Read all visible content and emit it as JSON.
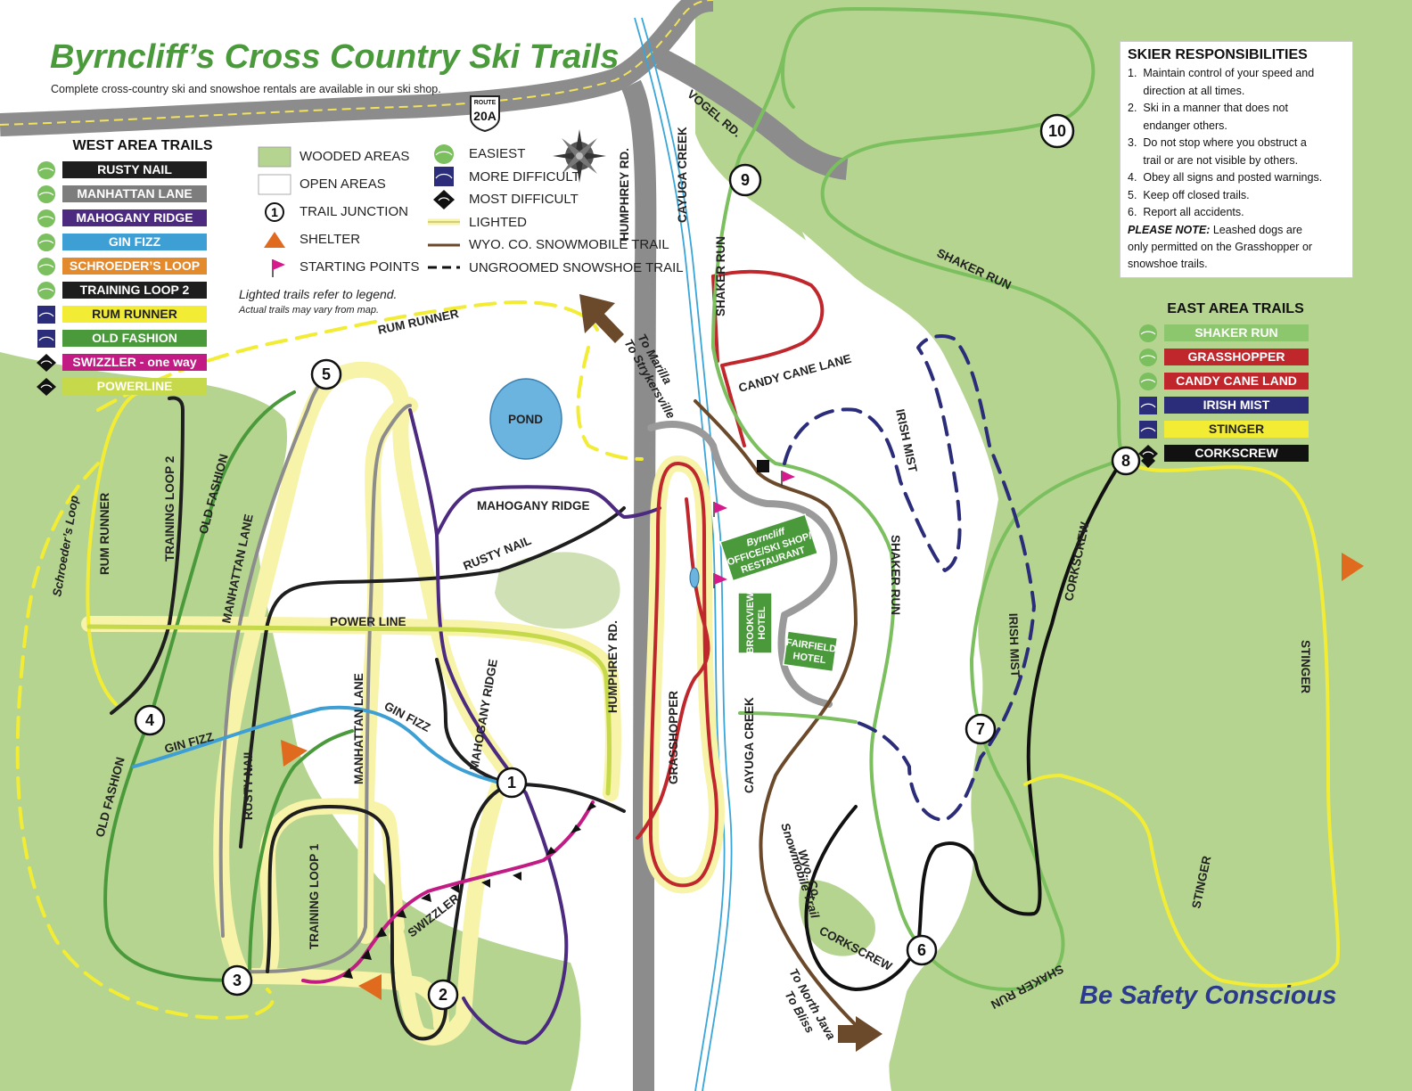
{
  "title": "Byrncliff’s Cross Country Ski Trails",
  "subtitle": "Complete cross-country ski and snowshoe rentals are available in our ski shop.",
  "route_shield": {
    "top": "ROUTE",
    "num": "20A"
  },
  "colors": {
    "woods": "#b5d490",
    "open": "#ffffff",
    "road": "#8c8c8c",
    "road_line": "#f2e35a",
    "creek": "#3aa5d8",
    "pond": "#6cb4e0",
    "lighted": "#f7f3a8",
    "snowmobile": "#6b4a2b",
    "shelter": "#e06a1e",
    "flag": "#d6198b",
    "easiest": "#7bbf5e",
    "more_difficult": "#2b2d7a",
    "title_green": "#4a9a3c",
    "safety_blue": "#2b3a8c"
  },
  "west_legend": {
    "heading": "WEST AREA TRAILS",
    "items": [
      {
        "label": "RUSTY NAIL",
        "color": "#1e1e1e",
        "text_color": "#ffffff",
        "icon": "easiest-circle-icon"
      },
      {
        "label": "MANHATTAN LANE",
        "color": "#7d7d7d",
        "text_color": "#ffffff",
        "icon": "easiest-circle-icon"
      },
      {
        "label": "MAHOGANY RIDGE",
        "color": "#4b2a80",
        "text_color": "#ffffff",
        "icon": "easiest-circle-icon"
      },
      {
        "label": "GIN FIZZ",
        "color": "#3e9fd4",
        "text_color": "#ffffff",
        "icon": "easiest-circle-icon"
      },
      {
        "label": "SCHROEDER’S LOOP",
        "color": "#e38a2c",
        "text_color": "#ffffff",
        "icon": "easiest-circle-icon"
      },
      {
        "label": "TRAINING LOOP 2",
        "color": "#1e1e1e",
        "text_color": "#ffffff",
        "icon": "easiest-circle-icon"
      },
      {
        "label": "RUM RUNNER",
        "color": "#f2ec35",
        "text_color": "#222222",
        "icon": "more-difficult-square-icon"
      },
      {
        "label": "OLD FASHION",
        "color": "#4a9a3c",
        "text_color": "#ffffff",
        "icon": "more-difficult-square-icon"
      },
      {
        "label": "SWIZZLER - one way",
        "color": "#c21b83",
        "text_color": "#ffffff",
        "icon": "most-difficult-diamond-icon"
      },
      {
        "label": "POWERLINE",
        "color": "#c6d94a",
        "text_color": "#ffffff",
        "icon": "most-difficult-diamond-icon"
      }
    ]
  },
  "map_legend": {
    "col1": [
      {
        "label": "WOODED AREAS",
        "icon": "wooded-area-swatch"
      },
      {
        "label": "OPEN AREAS",
        "icon": "open-area-swatch"
      },
      {
        "label": "TRAIL JUNCTION",
        "icon": "trail-junction-icon",
        "symbol": "1"
      },
      {
        "label": "SHELTER",
        "icon": "shelter-icon"
      },
      {
        "label": "STARTING POINTS",
        "icon": "starting-point-flag-icon"
      }
    ],
    "col2": [
      {
        "label": "EASIEST",
        "icon": "easiest-circle-icon"
      },
      {
        "label": "MORE DIFFICULT",
        "icon": "more-difficult-square-icon"
      },
      {
        "label": "MOST DIFFICULT",
        "icon": "most-difficult-diamond-icon"
      },
      {
        "label": "LIGHTED",
        "icon": "lighted-line-icon"
      },
      {
        "label": "WYO. CO. SNOWMOBILE TRAIL",
        "icon": "snowmobile-line-icon"
      },
      {
        "label": "UNGROOMED SNOWSHOE TRAIL",
        "icon": "snowshoe-dash-icon"
      }
    ],
    "note1": "Lighted trails refer to legend.",
    "note2": "Actual trails may vary from map."
  },
  "responsibilities": {
    "heading": "SKIER RESPONSIBILITIES",
    "lines": [
      "1.  Maintain control of your speed and",
      "     direction at all times.",
      "2.  Ski in a manner that does not",
      "     endanger others.",
      "3.  Do not stop where you obstruct a",
      "     trail or are not visible by others.",
      "4.  Obey all signs and posted warnings.",
      "5.  Keep off closed trails.",
      "6.  Report all accidents."
    ],
    "note_label": "PLEASE NOTE:",
    "note_text1": " Leashed dogs are",
    "note_text2": "only permitted on the Grasshopper or",
    "note_text3": "snowshoe trails."
  },
  "east_legend": {
    "heading": "EAST AREA TRAILS",
    "items": [
      {
        "label": "SHAKER RUN",
        "color": "#8cc76e",
        "text_color": "#ffffff",
        "icon": "easiest-circle-icon"
      },
      {
        "label": "GRASSHOPPER",
        "color": "#c0272d",
        "text_color": "#ffffff",
        "icon": "easiest-circle-icon"
      },
      {
        "label": "CANDY CANE LAND",
        "color": "#c0272d",
        "text_color": "#ffffff",
        "icon": "easiest-circle-icon"
      },
      {
        "label": "IRISH MIST",
        "color": "#2b2d7a",
        "text_color": "#ffffff",
        "icon": "more-difficult-square-icon"
      },
      {
        "label": "STINGER",
        "color": "#f2ec35",
        "text_color": "#222222",
        "icon": "more-difficult-square-icon"
      },
      {
        "label": "CORKSCREW",
        "color": "#111111",
        "text_color": "#ffffff",
        "icon": "most-difficult-diamond-icon"
      }
    ]
  },
  "junctions": [
    "1",
    "2",
    "3",
    "4",
    "5",
    "6",
    "7",
    "8",
    "9",
    "10"
  ],
  "map_labels": {
    "vogel": "VOGEL RD.",
    "humphrey_top": "HUMPHREY RD.",
    "humphrey_mid": "HUMPHREY RD.",
    "cayuga_top": "CAYUGA CREEK",
    "cayuga_mid": "CAYUGA CREEK",
    "marilla1": "To Marilla",
    "marilla2": "To Strykersville",
    "north_java1": "To North Java",
    "north_java2": "To Bliss",
    "snowmobile1": "Wyo. Co.",
    "snowmobile2": "Snowmobile Trail",
    "pond": "POND",
    "rum_runner_top": "RUM RUNNER",
    "rum_runner_side": "RUM RUNNER",
    "training2": "TRAINING LOOP 2",
    "old_fashion_top": "OLD FASHION",
    "old_fashion_bottom": "OLD FASHION",
    "schroeder": "Schroeder’s Loop",
    "manhattan_left": "MANHATTAN LANE",
    "manhattan_mid": "MANHATTAN LANE",
    "mahogany_top": "MAHOGANY RIDGE",
    "mahogany_mid": "MAHOGANY RIDGE",
    "rusty_top": "RUSTY NAIL",
    "rusty_left": "RUSTY NAIL",
    "power": "POWER LINE",
    "gin_left": "GIN FIZZ",
    "gin_right": "GIN FIZZ",
    "training1": "TRAINING LOOP 1",
    "swizzler": "SWIZZLER",
    "grasshopper": "GRASSHOPPER",
    "candy": "CANDY  CANE LANE",
    "shaker_top": "SHAKER RUN",
    "shaker_right": "SHAKER RUN",
    "shaker_mid": "SHAKER RUN",
    "shaker_bottom": "SHAKER RUN",
    "irish_top": "IRISH MIST",
    "irish_right": "IRISH MIST",
    "corkscrew_right": "CORKSCREW",
    "corkscrew_bottom": "CORKSCREW",
    "stinger_right": "STINGER",
    "stinger_bottom": "STINGER"
  },
  "buildings": {
    "office_title": "Byrncliff",
    "office_line1": "OFFICE/SKI SHOP/",
    "office_line2": "RESTAURANT",
    "brookview1": "BROOKVIEW",
    "brookview2": "HOTEL",
    "fairfield1": "FAIRFIELD",
    "fairfield2": "HOTEL"
  },
  "safety": "Be Safety Conscious"
}
